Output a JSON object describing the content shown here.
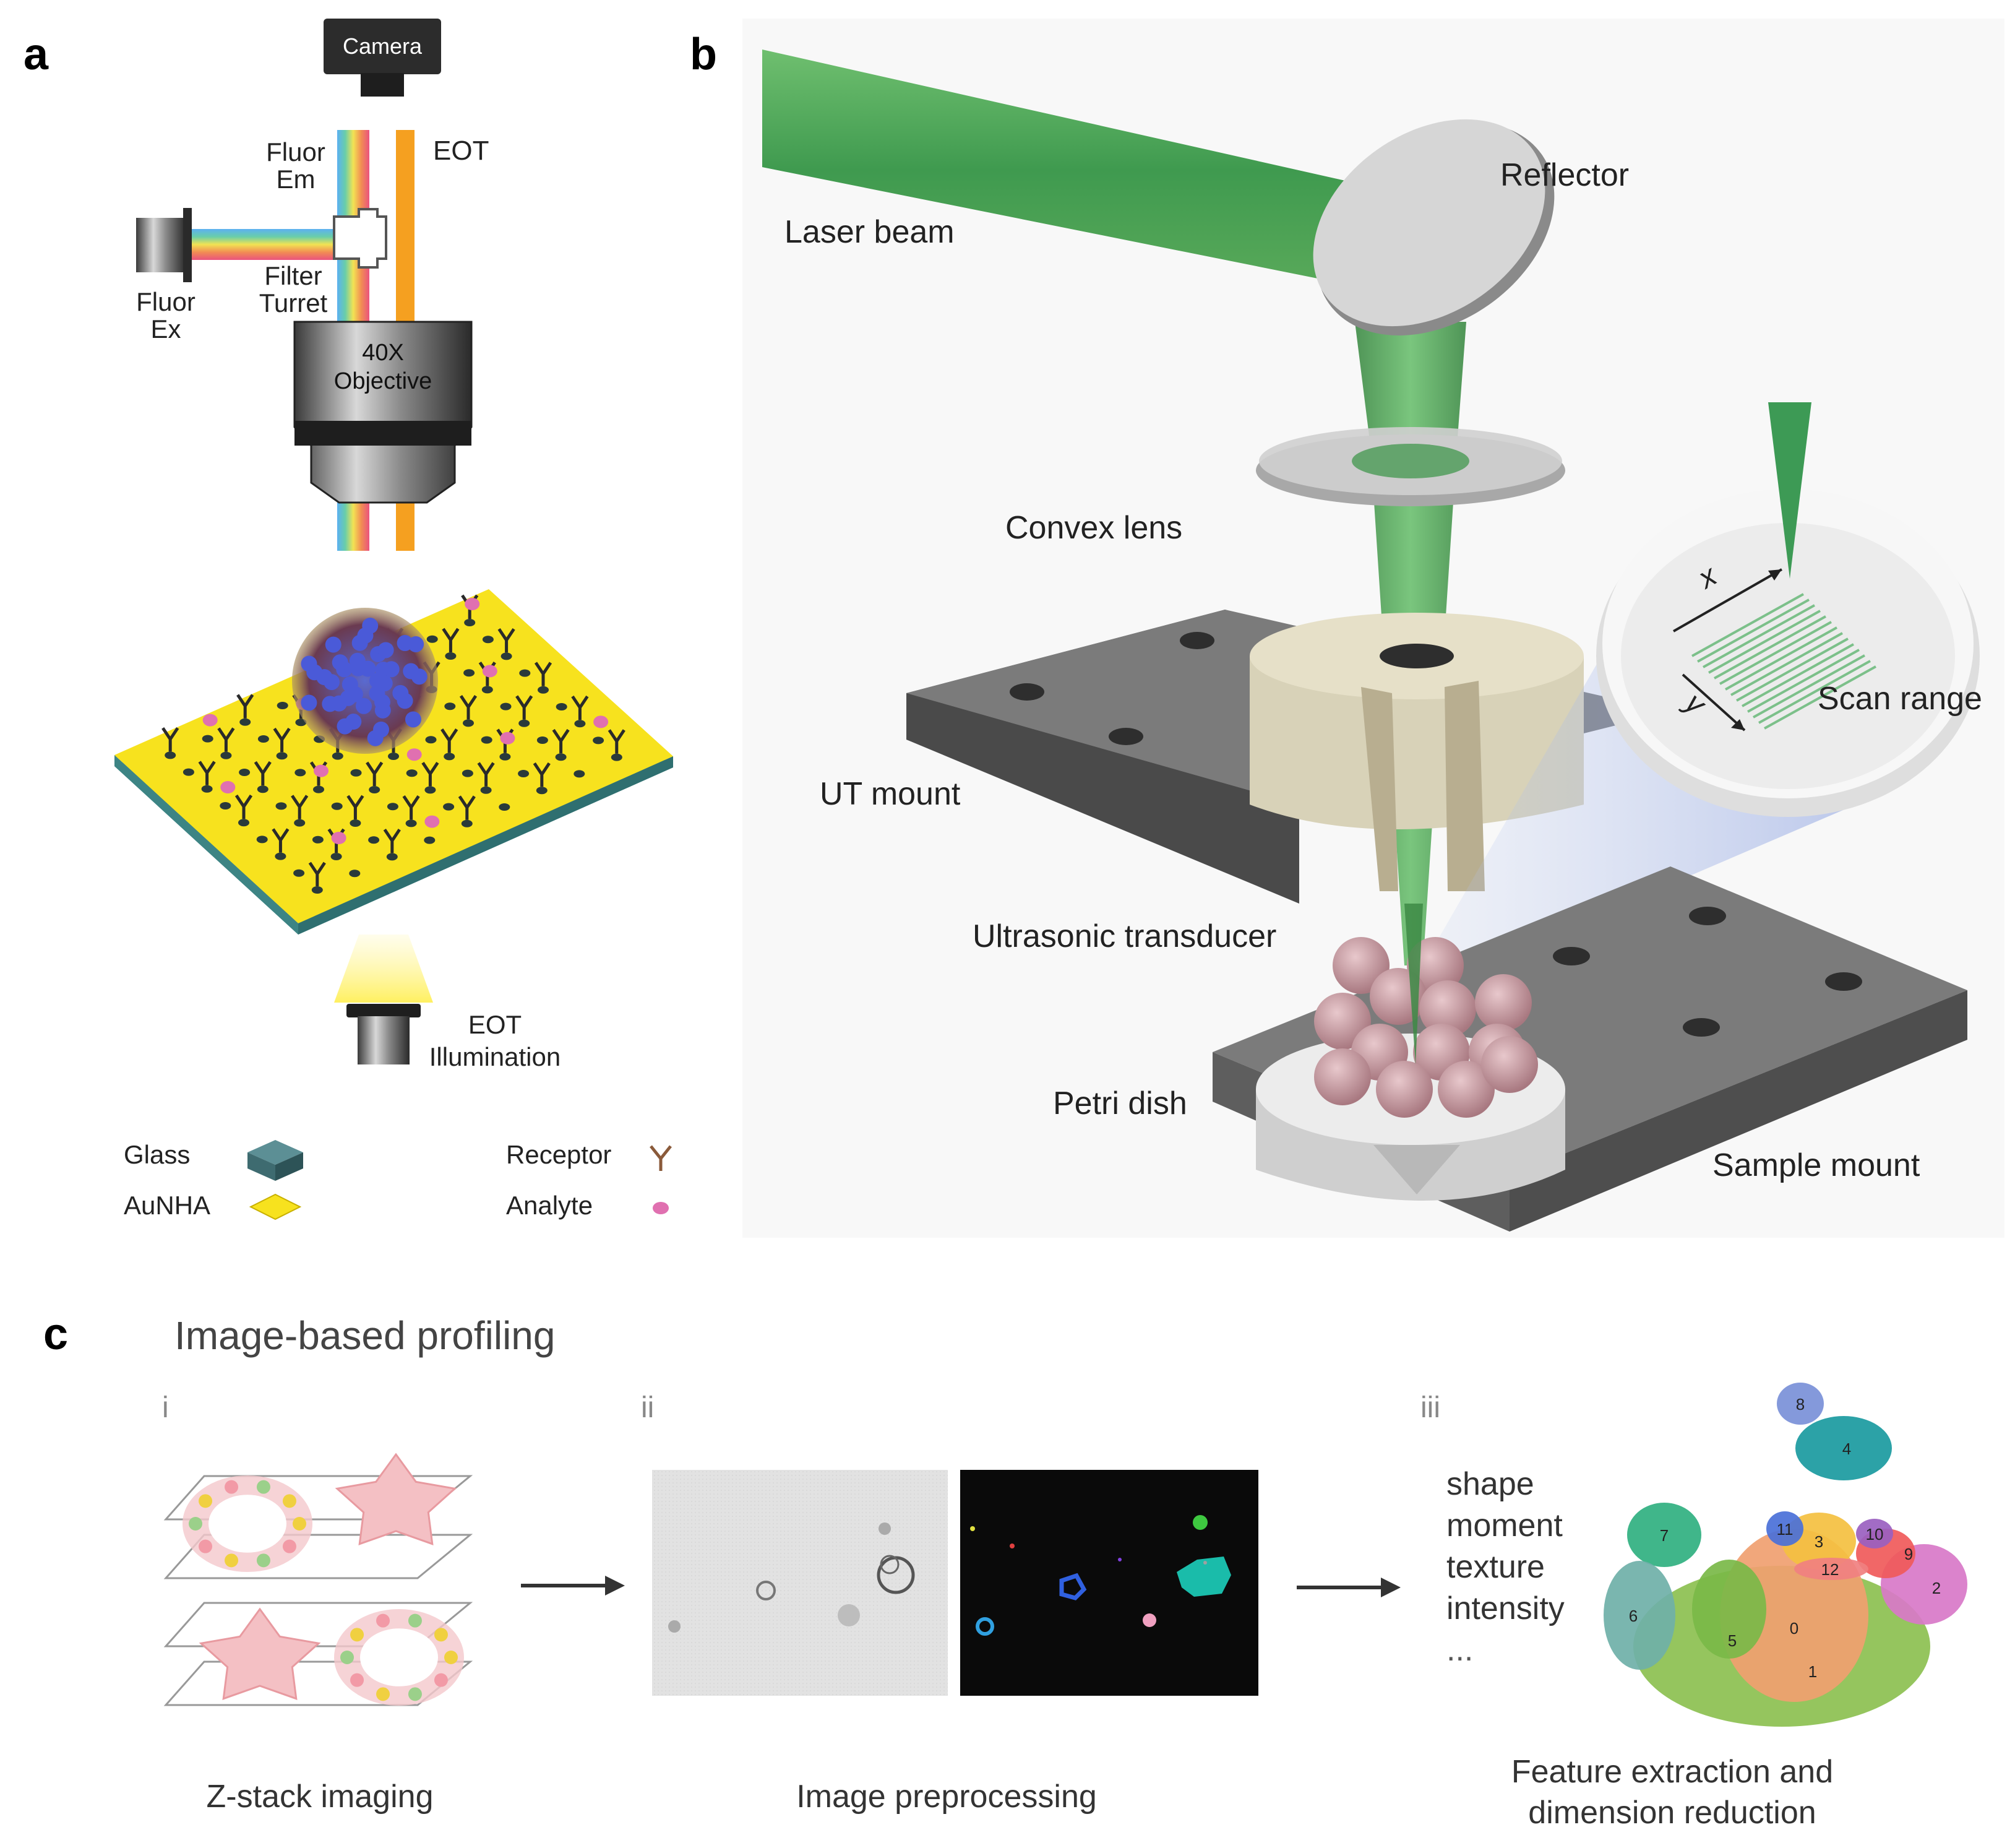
{
  "panels": {
    "a": {
      "letter": "a",
      "camera": "Camera",
      "fluor_em": [
        "Fluor",
        "Em"
      ],
      "eot_top": "EOT",
      "fluor_ex": [
        "Fluor",
        "Ex"
      ],
      "filter_turret": [
        "Filter",
        "Turret"
      ],
      "objective": [
        "40X",
        "Objective"
      ],
      "eot_illumination": [
        "EOT",
        "Illumination"
      ],
      "legend": {
        "glass": "Glass",
        "aunha": "AuNHA",
        "receptor": "Receptor",
        "analyte": "Analyte"
      }
    },
    "b": {
      "letter": "b",
      "laser_beam": "Laser beam",
      "reflector": "Reflector",
      "convex_lens": "Convex lens",
      "ut_mount": "UT mount",
      "ultrasonic_transducer": "Ultrasonic transducer",
      "petri_dish": "Petri dish",
      "sample_mount": "Sample mount",
      "scan_range": "Scan range",
      "axis_x": "x",
      "axis_y": "y"
    },
    "c": {
      "letter": "c",
      "title": "Image-based profiling",
      "steps": [
        "i",
        "ii",
        "iii"
      ],
      "step_captions": [
        "Z-stack imaging",
        "Image preprocessing"
      ],
      "step3_caption": [
        "Feature extraction and",
        "dimension reduction"
      ],
      "features": [
        "shape",
        "moment",
        "texture",
        "intensity",
        "..."
      ],
      "clusters": [
        {
          "id": "0",
          "color": "#f0a070"
        },
        {
          "id": "1",
          "color": "#8cc050"
        },
        {
          "id": "2",
          "color": "#d878c8"
        },
        {
          "id": "3",
          "color": "#f4c040"
        },
        {
          "id": "4",
          "color": "#1a9aa0"
        },
        {
          "id": "5",
          "color": "#7ab848"
        },
        {
          "id": "6",
          "color": "#6fb0a8"
        },
        {
          "id": "7",
          "color": "#30b080"
        },
        {
          "id": "8",
          "color": "#7a90d8"
        },
        {
          "id": "9",
          "color": "#f05a5a"
        },
        {
          "id": "10",
          "color": "#9a60c0"
        },
        {
          "id": "11",
          "color": "#4a70d8"
        },
        {
          "id": "12",
          "color": "#f08080"
        }
      ]
    }
  }
}
